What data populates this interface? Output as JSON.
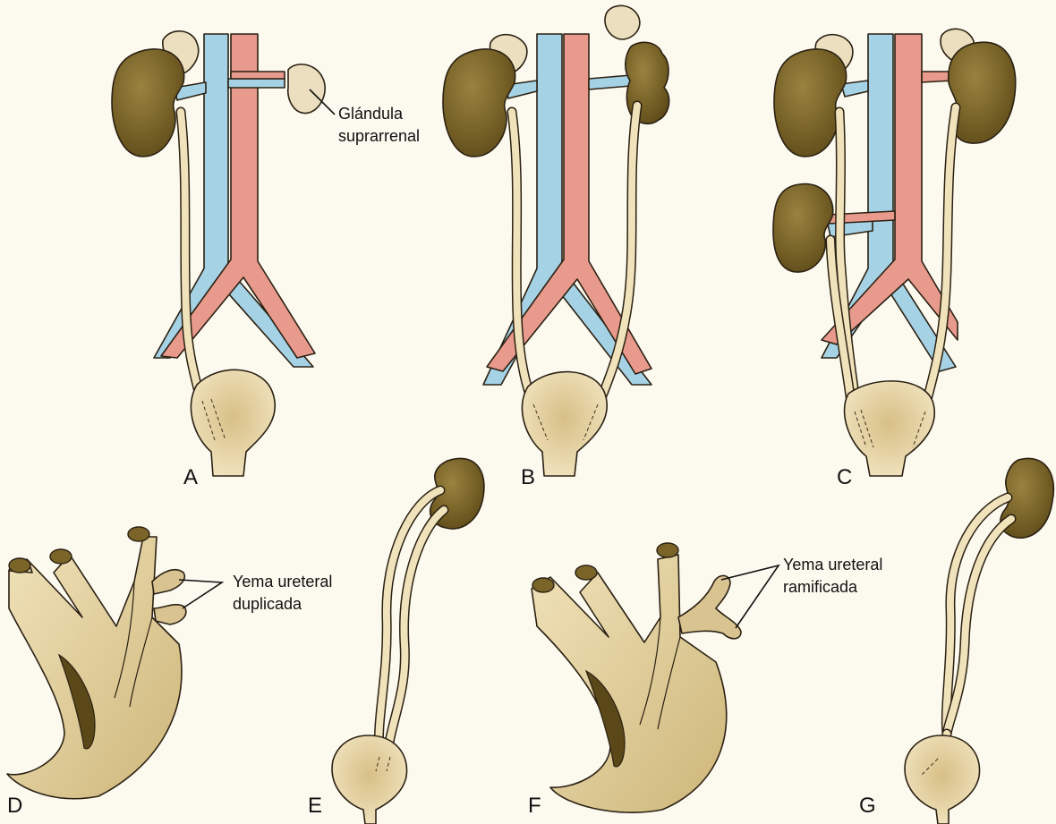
{
  "panels": {
    "a": "A",
    "b": "B",
    "c": "C",
    "d": "D",
    "e": "E",
    "f": "F",
    "g": "G"
  },
  "annotations": {
    "adrenal_line1": "Glándula",
    "adrenal_line2": "suprarrenal",
    "dup_line1": "Yema ureteral",
    "dup_line2": "duplicada",
    "branch_line1": "Yema ureteral",
    "branch_line2": "ramificada"
  },
  "colors": {
    "background": "#fcf9ef",
    "kidney": "#7a6428",
    "vein": "#a6d2e6",
    "artery": "#e89a8c",
    "ureter": "#f0e2ba",
    "adrenal": "#ecdfbf",
    "cloaca": "#d8c391"
  }
}
